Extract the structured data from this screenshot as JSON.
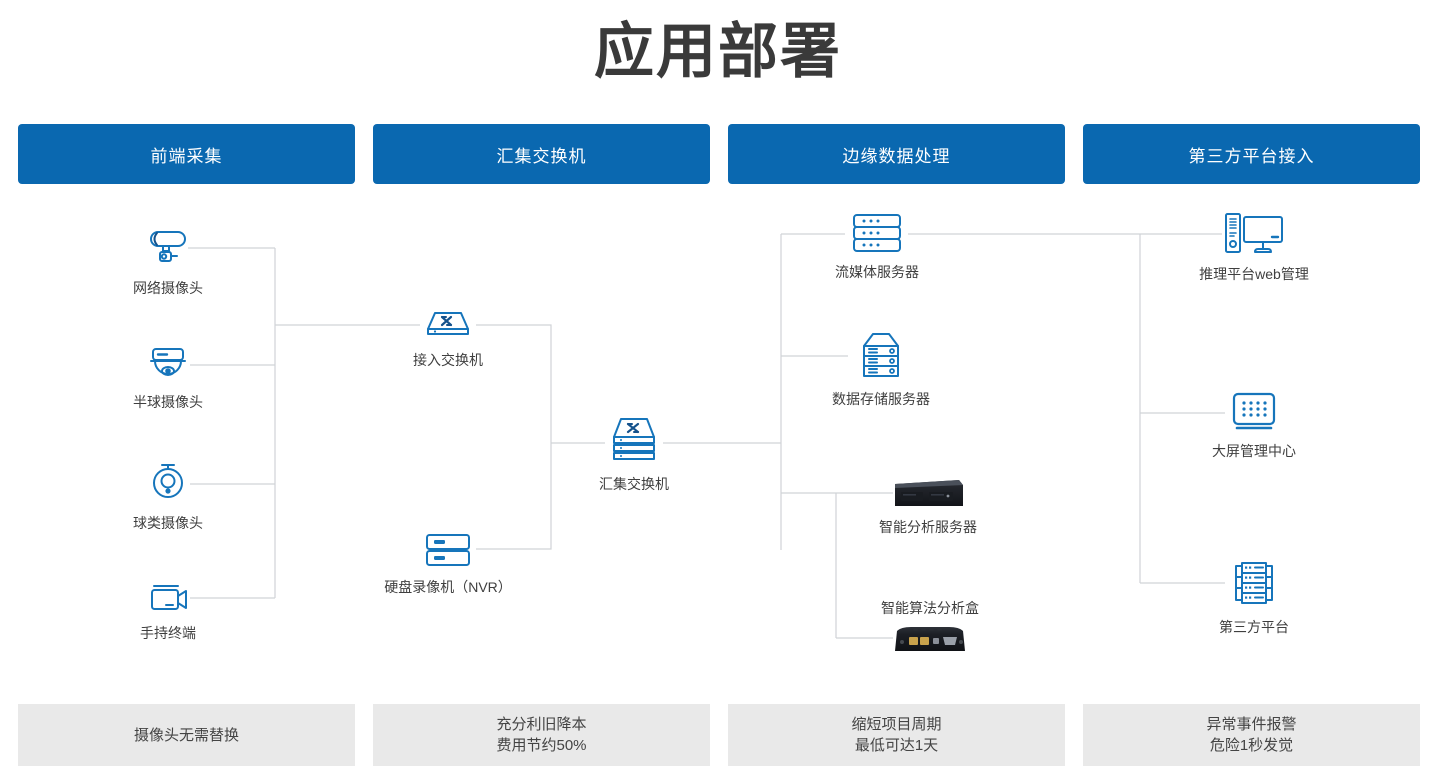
{
  "page": {
    "title": "应用部署"
  },
  "columns": [
    {
      "header": "前端采集",
      "footer_line1": "摄像头无需替换",
      "footer_line2": ""
    },
    {
      "header": "汇集交换机",
      "footer_line1": "充分利旧降本",
      "footer_line2": "费用节约50%"
    },
    {
      "header": "边缘数据处理",
      "footer_line1": "缩短项目周期",
      "footer_line2": "最低可达1天"
    },
    {
      "header": "第三方平台接入",
      "footer_line1": "异常事件报警",
      "footer_line2": "危险1秒发觉"
    }
  ],
  "nodes": {
    "ip_camera": {
      "label": "网络摄像头",
      "icon": "bullet-camera-icon"
    },
    "dome_camera": {
      "label": "半球摄像头",
      "icon": "dome-camera-icon"
    },
    "ptz_camera": {
      "label": "球类摄像头",
      "icon": "ptz-camera-icon"
    },
    "handheld": {
      "label": "手持终端",
      "icon": "handheld-camera-icon"
    },
    "access_switch": {
      "label": "接入交换机",
      "icon": "switch-icon"
    },
    "nvr": {
      "label": "硬盘录像机（NVR）",
      "icon": "nvr-icon"
    },
    "agg_switch": {
      "label": "汇集交换机",
      "icon": "stacked-switch-icon"
    },
    "stream_server": {
      "label": "流媒体服务器",
      "icon": "rack-server-icon"
    },
    "storage_server": {
      "label": "数据存储服务器",
      "icon": "storage-server-icon"
    },
    "analysis_server": {
      "label": "智能分析服务器",
      "icon": "analysis-server-photo"
    },
    "analysis_box": {
      "label": "智能算法分析盒",
      "icon": "analysis-box-photo"
    },
    "web_console": {
      "label": "推理平台web管理",
      "icon": "desktop-pc-icon"
    },
    "video_wall": {
      "label": "大屏管理中心",
      "icon": "video-wall-icon"
    },
    "third_platform": {
      "label": "第三方平台",
      "icon": "platform-rack-icon"
    }
  },
  "colors": {
    "header_blue": "#0a68b0",
    "icon_blue": "#1675bb",
    "icon_dark_blue": "#15528c",
    "wire_gray": "#d0d3d7",
    "footer_gray": "#e9e9e9",
    "title_gray": "#3a3a3a"
  }
}
